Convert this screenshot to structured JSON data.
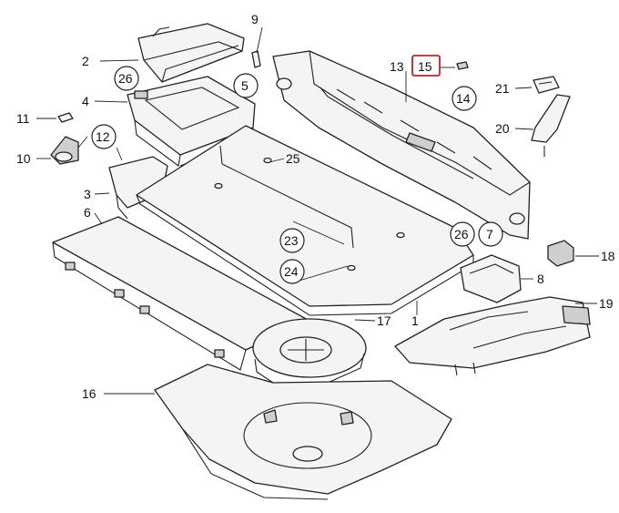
{
  "diagram": {
    "callouts": [
      {
        "id": "c2",
        "label": "2",
        "style": "plain"
      },
      {
        "id": "c26a",
        "label": "26",
        "style": "circle"
      },
      {
        "id": "c9",
        "label": "9",
        "style": "plain"
      },
      {
        "id": "c4",
        "label": "4",
        "style": "plain"
      },
      {
        "id": "c5",
        "label": "5",
        "style": "circle"
      },
      {
        "id": "c13",
        "label": "13",
        "style": "plain"
      },
      {
        "id": "c15",
        "label": "15",
        "style": "highlight"
      },
      {
        "id": "c14",
        "label": "14",
        "style": "circle"
      },
      {
        "id": "c21",
        "label": "21",
        "style": "plain"
      },
      {
        "id": "c20",
        "label": "20",
        "style": "plain"
      },
      {
        "id": "c11",
        "label": "11",
        "style": "plain"
      },
      {
        "id": "c12",
        "label": "12",
        "style": "circle"
      },
      {
        "id": "c10",
        "label": "10",
        "style": "plain"
      },
      {
        "id": "c3",
        "label": "3",
        "style": "plain"
      },
      {
        "id": "c25",
        "label": "25",
        "style": "plain"
      },
      {
        "id": "c6",
        "label": "6",
        "style": "plain"
      },
      {
        "id": "c26b",
        "label": "26",
        "style": "circle"
      },
      {
        "id": "c7",
        "label": "7",
        "style": "circle"
      },
      {
        "id": "c23",
        "label": "23",
        "style": "circle"
      },
      {
        "id": "c18",
        "label": "18",
        "style": "plain"
      },
      {
        "id": "c24",
        "label": "24",
        "style": "circle"
      },
      {
        "id": "c8",
        "label": "8",
        "style": "plain"
      },
      {
        "id": "c19",
        "label": "19",
        "style": "plain"
      },
      {
        "id": "c17",
        "label": "17",
        "style": "plain"
      },
      {
        "id": "c1",
        "label": "1",
        "style": "plain"
      },
      {
        "id": "c16",
        "label": "16",
        "style": "plain"
      }
    ],
    "highlight_color": "#d21f1f"
  }
}
